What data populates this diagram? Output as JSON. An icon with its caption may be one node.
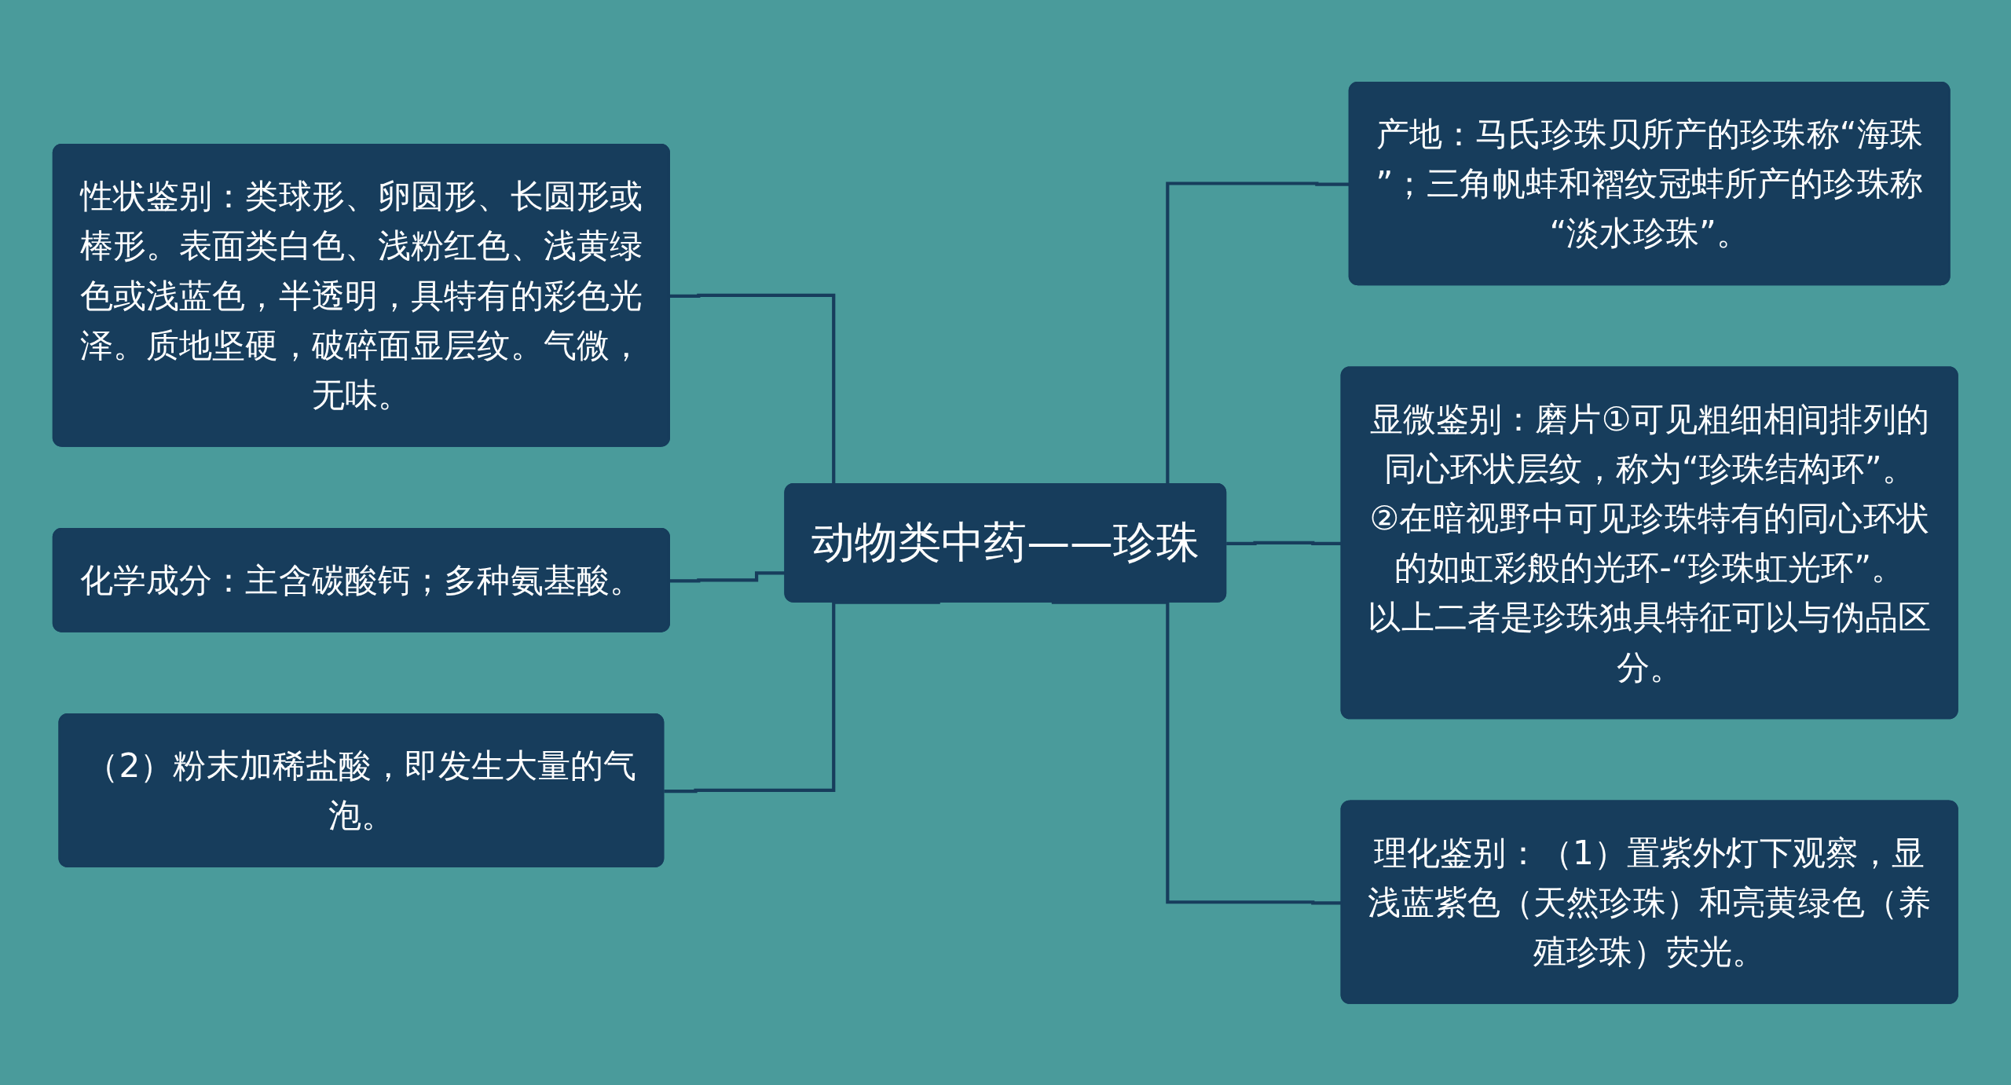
{
  "diagram": {
    "nodes": [
      {
        "text": [
          "动物类中药——珍珠"
        ]
      },
      {
        "text": [
          "产地：马氏珍珠贝所产的珍珠称“海珠”；三角帆蚌和褶纹冠蚌所产的珍珠称“淡水珍珠”。"
        ]
      },
      {
        "text": [
          "显微鉴别：磨片①可见粗细相间排列的同心环状层纹，称为“珍珠结构环”。②在暗视野中可见珍珠特有的同心环状的如虹彩般的光环-“珍珠虹光环”。以上二者是珍珠独具特征可以与伪品区分。"
        ]
      },
      {
        "text": [
          "理化鉴别：（1）置紫外灯下观察，显浅蓝紫色（天然珍珠）和亮黄绿色（养殖珍珠）荧光。"
        ]
      },
      {
        "text": [
          "性状鉴别：类球形、卵圆形、长圆形或棒形。表面类白色、浅粉红色、浅黄绿色或浅蓝色，半透明，具特有的彩色光泽。质地坚硬，破碎面显层纹。气微，无味。"
        ]
      },
      {
        "text": [
          "化学成分：主含碳酸钙；多种氨基酸。"
        ]
      },
      {
        "text": [
          "（2）粉末加稀盐酸，即发生大量的气泡。"
        ]
      }
    ],
    "edges": [
      {
        "from": 0,
        "to": 1,
        "arrow": "none"
      },
      {
        "from": 0,
        "to": 2,
        "arrow": "none"
      },
      {
        "from": 0,
        "to": 3,
        "arrow": "none"
      },
      {
        "from": 0,
        "to": 4,
        "arrow": "none"
      },
      {
        "from": 0,
        "to": 5,
        "arrow": "none"
      },
      {
        "from": 0,
        "to": 6,
        "arrow": "none"
      }
    ]
  }
}
